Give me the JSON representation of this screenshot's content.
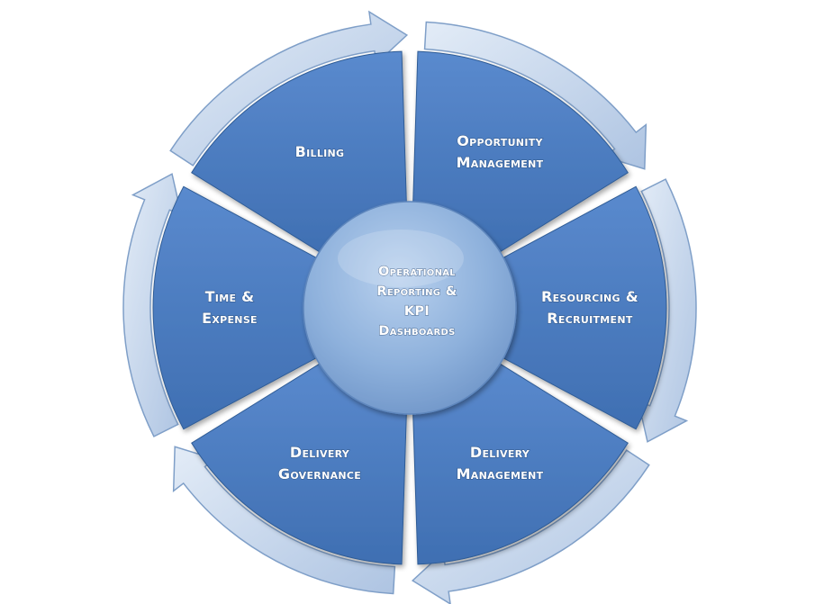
{
  "center": {
    "lines": [
      "Operational",
      "Reporting &",
      "KPI",
      "Dashboards"
    ]
  },
  "segments": [
    {
      "id": "billing",
      "lines": [
        "Billing"
      ]
    },
    {
      "id": "opportunity-management",
      "lines": [
        "Opportunity",
        "Management"
      ]
    },
    {
      "id": "resourcing-recruitment",
      "lines": [
        "Resourcing &",
        "Recruitment"
      ]
    },
    {
      "id": "delivery-management",
      "lines": [
        "Delivery",
        "Management"
      ]
    },
    {
      "id": "delivery-governance",
      "lines": [
        "Delivery",
        "Governance"
      ]
    },
    {
      "id": "time-expense",
      "lines": [
        "Time &",
        "Expense"
      ]
    }
  ],
  "colors": {
    "segment_fill": "#4a7bbf",
    "segment_dark": "#35649f",
    "arrow_fill": "#c6d6ec",
    "arrow_edge": "#7f9fc8",
    "hub_fill": "#8fb3df",
    "label_text": "#ffffff"
  }
}
